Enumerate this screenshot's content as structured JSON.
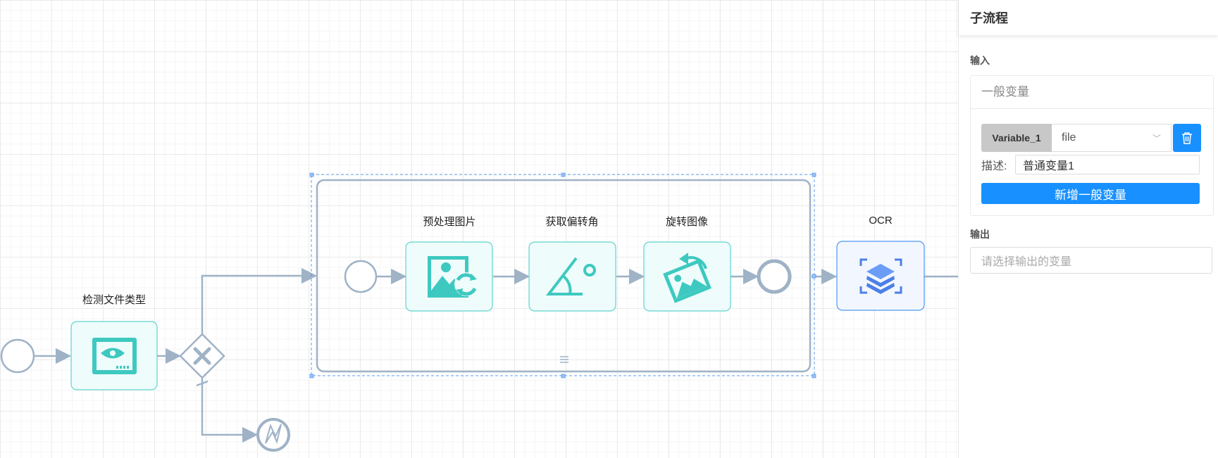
{
  "canvas": {
    "nodes": {
      "detect_file_type": "检测文件类型",
      "preprocess_image": "预处理图片",
      "get_skew_angle": "获取偏转角",
      "rotate_image": "旋转图像",
      "ocr": "OCR"
    }
  },
  "panel": {
    "title": "子流程",
    "input_label": "输入",
    "general_variables_title": "一般变量",
    "variable": {
      "name": "Variable_1",
      "type": "file",
      "description_label": "描述:",
      "description_value": "普通变量1"
    },
    "add_variable_button": "新增一般变量",
    "output_label": "输出",
    "output_placeholder": "请选择输出的变量"
  },
  "colors": {
    "accent_blue": "#1890ff",
    "task_teal": "#3ec9c0",
    "edge_gray": "#9fb2c6"
  }
}
